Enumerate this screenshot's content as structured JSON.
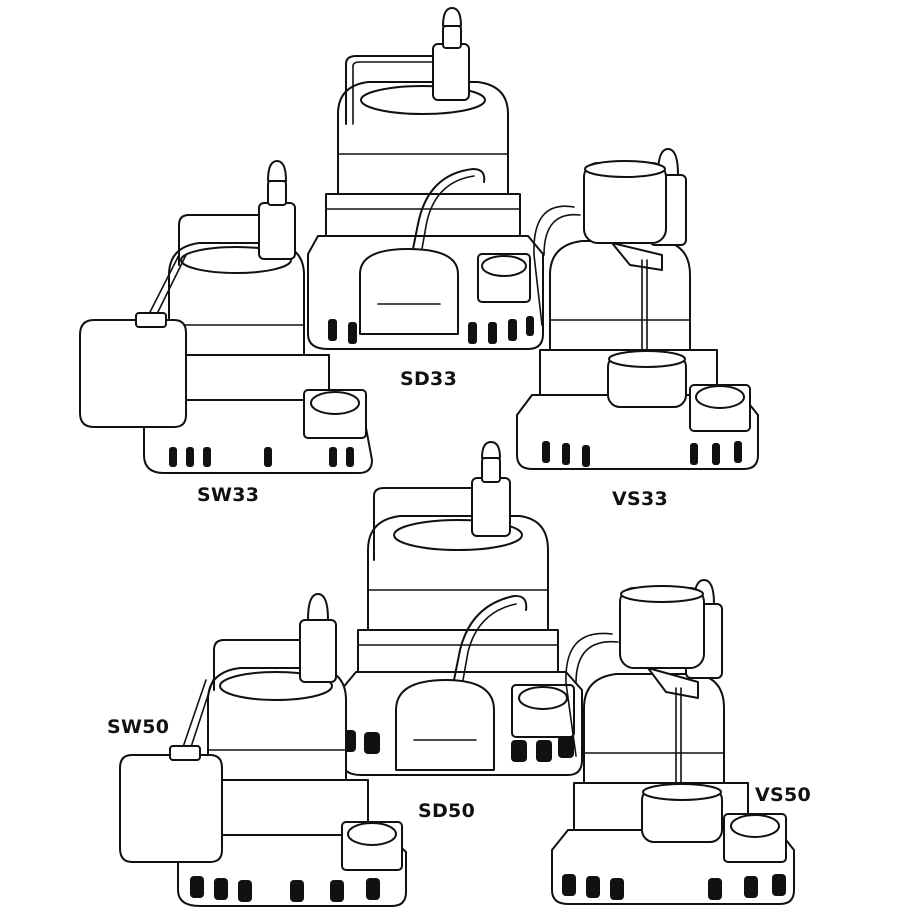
{
  "models": [
    {
      "id": "sd33",
      "label": "SD33",
      "switch": "none"
    },
    {
      "id": "sw33",
      "label": "SW33",
      "switch": "wide-angle-float"
    },
    {
      "id": "vs33",
      "label": "VS33",
      "switch": "vertical-float"
    },
    {
      "id": "sd50",
      "label": "SD50",
      "switch": "none"
    },
    {
      "id": "sw50",
      "label": "SW50",
      "switch": "wide-angle-float"
    },
    {
      "id": "vs50",
      "label": "VS50",
      "switch": "vertical-float"
    }
  ]
}
